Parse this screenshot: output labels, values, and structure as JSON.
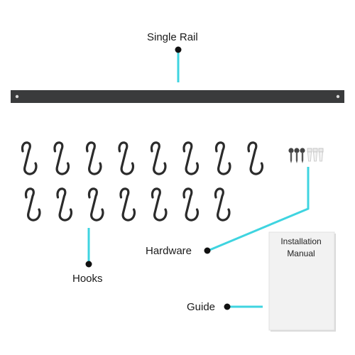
{
  "labels": {
    "rail": "Single Rail",
    "hardware": "Hardware",
    "hooks": "Hooks",
    "guide": "Guide"
  },
  "manual": {
    "line1": "Installation",
    "line2": "Manual"
  },
  "counts": {
    "hooks_top_row": 8,
    "hooks_bottom_row": 7,
    "screws": 3,
    "anchors": 3
  },
  "colors": {
    "rail": "#3a3b3c",
    "hook": "#2b2b2b",
    "leader": "#3fd4e0",
    "dot": "#111111",
    "paper": "#f2f2f2"
  }
}
